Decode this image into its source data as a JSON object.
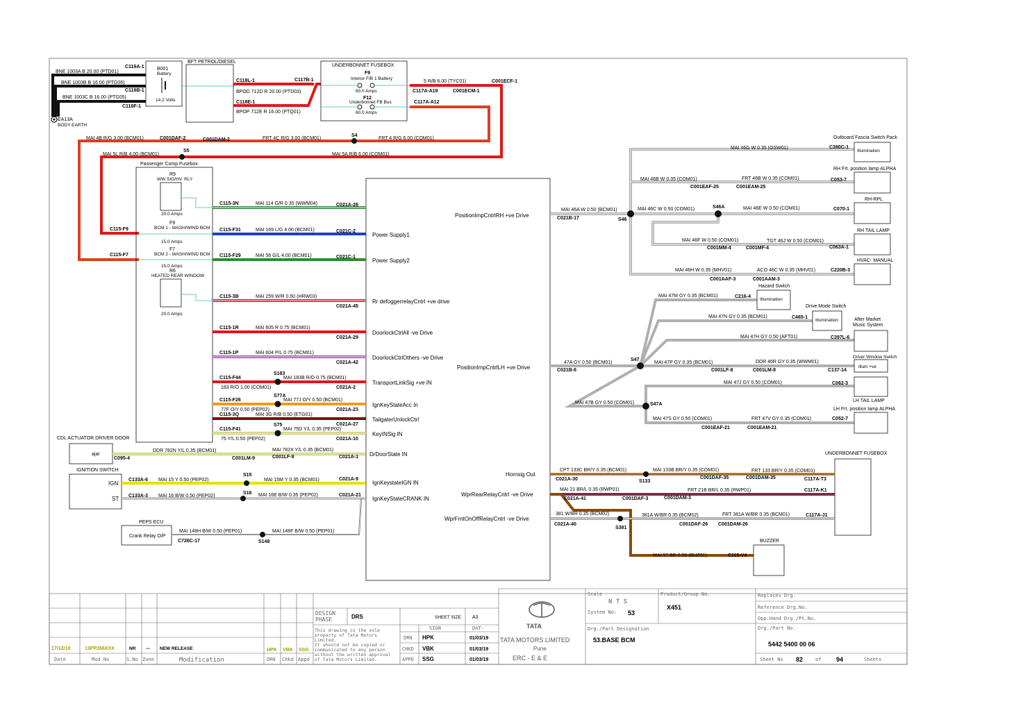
{
  "colors": {
    "black": "#111111",
    "red": "#e01818",
    "darkred": "#7a1010",
    "orangered": "#d94020",
    "green": "#2e8b2e",
    "blue": "#1a3fd0",
    "magenta": "#b040c0",
    "orange": "#f29a1a",
    "yellow": "#e8e000",
    "olive": "#c8c860",
    "grey": "#b0b0b0",
    "brown": "#8a4a0a",
    "teal": "#60c8c8",
    "maroon": "#7a3040",
    "greenish": "#8aa84a"
  },
  "battery": {
    "title": "B001",
    "sub": "Battery",
    "volts": "14.2 Volts",
    "c116a": "C116A-1",
    "c116b": "C116B-1",
    "c116f": "C116F-1",
    "w1": "BNE 1003A B 20.00 (PTD01)",
    "w2": "BNE 1003B B 16.00 (PTG06)",
    "w3": "BNE 1003C B 16.00 (PTG05)",
    "earth": "EA13A",
    "earth_sub": "BODY EARTH"
  },
  "bft": {
    "title": "BFT PETROL/DIESEL",
    "c118l": "C118L-1",
    "c118e": "C118E-1",
    "w1": "BPOD 712D R 20.00 (PTD03)",
    "w2": "BPOP 712E R 16.00 (PTQ01)"
  },
  "ubfuse": {
    "title": "UNDERBONNET FUSEBOX",
    "f9": "F9",
    "f9sub": "Interior F/B 1 Battery",
    "f9amp": "60.0 Amps",
    "f12": "F12",
    "f12sub": "Underbonnet FB Bus",
    "f12amp": "60.0 Amps",
    "c117b": "C117B-1",
    "c117a19": "C117A-A19",
    "c117a12": "C117A-A12",
    "w1": "5 R/B 6.00 (TYC01)",
    "c001ecm": "C001ECM-1",
    "c001ecf": "C001ECF-1"
  },
  "top_wires": {
    "w1": "MAI 4B R/G 3.00 (BCM01)",
    "c001daf2": "C001DAF-2",
    "c001dam2": "C001DAM-2",
    "w2": "FRT 4C R/G 3.00 (BCM01)",
    "s4": "S4",
    "w3": "FRT 4 R/G 6.00 (COM01)",
    "w4": "MAI 5L R/B 4.00 (BCM01)",
    "s5": "S5",
    "w5": "MAI 5A R/B 6.00 (COM01)"
  },
  "pcfuse": {
    "title": "Passenger Comp Fusebox",
    "r9": "R9",
    "r9sub": "WW SIG/HV. RLY",
    "r9amp": "20.0 Amps",
    "f9": "F9",
    "f9sub": "BCM 1 - WASH/WIND BCM",
    "f9amp": "15.0 Amps",
    "f7": "F7",
    "f7sub": "BCM 2 - WASH/WIND BCM",
    "f7amp": "15.0 Amps",
    "r6": "R6",
    "r6sub": "HEATED REAR WINDOW",
    "r6amp": "20.0 Amps",
    "c115f9": "C115-F9",
    "c115f7": "C115-F7"
  },
  "left_rows": [
    {
      "c1": "C115-3N",
      "w": "MAI 114 G/R 0.35 (WWM04)",
      "c2": "C021A-26",
      "pin": ""
    },
    {
      "c1": "C115-F31",
      "w": "MAI 169 L/G 4.00 (BCM01)",
      "c2": "C021C-2",
      "pin": "Power Supply1"
    },
    {
      "c1": "C115-F29",
      "w": "MAI 58 G/L 4.00 (BCM01)",
      "c2": "C021C-1",
      "pin": "Power Supply2"
    },
    {
      "c1": "C115-3B",
      "w": "MAI 259 W/R 0.50 (HRW03)",
      "c2": "C021A-45",
      "pin": "Rr defoggerrelayCntrl +ve drive"
    },
    {
      "c1": "C115-1R",
      "w": "MAI 605 R 0.75 (BCM01)",
      "c2": "C021A-29",
      "pin": "DoorlockCtrlAll -ve Drive"
    },
    {
      "c1": "C115-1P",
      "w": "MAI 604 P/L 0.75 (BCM01)",
      "c2": "C021A-42",
      "pin": "DoorlockCtrlOthers -ve Drive"
    },
    {
      "c1": "C115-F44",
      "w": "MAI 183B R/O 0.75 (BCM01)",
      "c2": "C021A-2",
      "pin": "TransportLinkSig +ve IN",
      "s": "S183",
      "w2": "183 R/O 1.00 (COM01)"
    },
    {
      "c1": "C115-F26",
      "w": "MAI 77J O/Y 0.50 (BCM01)",
      "c2": "C021A-23",
      "pin": "IgnKeyStateAcc In",
      "s": "S77A",
      "w2": "77F O/Y 0.50 (PEP02)"
    },
    {
      "c1": "C115-3Q",
      "w": "MAI 3G R/B 0.50 (ETG01)",
      "c2": "C021A-27",
      "pin": "TailgaterUnlockCtrl"
    },
    {
      "c1": "C115-F41",
      "w": "MAI 75D Y/L 0.35 (PEP02)",
      "c2": "C021A-10",
      "pin": "KeyINSig IN",
      "s": "S75",
      "w2": "75 Y/L 0.50 (PEP02)"
    }
  ],
  "cdl": {
    "title": "CDL ACTUATOR DRIVER DOOR",
    "ajar": "ajar",
    "c095": "C095-4",
    "w1": "DDR 782N Y/L 0.35 (BCM01)",
    "c001lm9": "C001LM-9",
    "c001lf9": "C001LF-9",
    "w2": "MAI 782X Y/L 0.35 (BCM01)",
    "c2": "C021A-1",
    "pin": "DrDoorState IN"
  },
  "ign": {
    "title": "IGNITION SWITCH",
    "ign": "IGN",
    "st": "ST",
    "c133a6": "C133A-6",
    "c133a3": "C133A-3",
    "w1": "MAI 15 Y 0.50 (PEP02)",
    "s15": "S15",
    "w1b": "MAI 15M Y 0.35 (BCM01)",
    "c1": "C021A-9",
    "pin1": "IgnKeystateIGN IN",
    "w2": "MAI 16 B/W 0.50 (PEP02)",
    "s16": "S16",
    "w2b": "MAI 16E B/W 0.35 (PEP02)",
    "c2": "C021A-21",
    "pin2": "IgnKeyStateCRANK IN"
  },
  "peps": {
    "title": "PEPS ECU",
    "box": "Crank Relay O/P",
    "c726": "C726C-17",
    "w1": "MAI 148H B/W 0.50 (PEP01)",
    "s148": "S148",
    "w2": "MAI 148F B/W 0.50 (PEP01)"
  },
  "right_pins": {
    "rh": "PositionImpCntrlRH +ve Drive",
    "lh": "PositionImpCntrlLH +ve Drive",
    "horn": "Hornsig Out",
    "wrear": "WprRearRelayCntrl -ve Drive",
    "wfront": "WprFrntOnOffRelayCntrl -ve Drive"
  },
  "rh_group": {
    "w_main": "MAI 46A W 0.50 (BCM01)",
    "c021b17": "C021B-17",
    "s46": "S46",
    "outboard": "Outboard Fascia Switch Pack",
    "illum": "Illumination",
    "w46g": "MAI 46G W 0.35 (OSW01)",
    "c380c": "C380C-1",
    "rhfrt": "RH Frt. position lamp ALPHA",
    "w46b": "MAI 46B W 0.35 (COM01)",
    "c001eaf25": "C001EAF-25",
    "c001eam25": "C001EAM-25",
    "w46b2": "FRT 46B W 0.35 (COM01)",
    "c053": "C053-7",
    "rhrpl": "RH-RPL",
    "w46c": "MAI 46C W 0.50 (COM01)",
    "s46a": "S46A",
    "w46e": "MAI 46E W 0.50 (COM01)",
    "c070": "C070-1",
    "rhtail": "RH TAIL LAMP",
    "w46f": "MAI 46F W 0.50 (COM01)",
    "c001mm4": "C001MM-4",
    "c001mf4": "C001MF-4",
    "w46j": "TGT 46J W 0.50 (COM01)",
    "c063": "C063A-1",
    "hvac": "HVAC- MANUAL",
    "w46h": "MAI 46H W 0.35 (MHV01)",
    "c001aaf3": "C001AAF-3",
    "c001aam3": "C001AAM-3",
    "w46c2": "ACO 46C W 0.35 (MHV01)",
    "c220b": "C220B-3"
  },
  "lh_group": {
    "hazard": "Hazard Switch",
    "illum": "Illumination",
    "w47m": "MAI 47M GY 0.35 (BCM01)",
    "c216": "C216-4",
    "drive": "Drive Mode Switch",
    "w47n": "MAI 47N GY 0.35 (BCM01)",
    "c465": "C465-1",
    "after": "After Market",
    "after2": "Music System",
    "w47h": "MAI 47H GY 0.50 (AFT01)",
    "c397": "C397L-6",
    "w47a": "47A GY 0.50 (BCM01)",
    "c021b6": "C021B-6",
    "s47": "S47",
    "dws": "Driver Window Switch",
    "illum_ve": "illum +ve",
    "w47p": "MAI 47P GY 0.35 (BCM01)",
    "c001lf8": "C001LF-8",
    "c001lm8": "C001LM-8",
    "w46r": "DDR 46R GY 0.35 (WWM01)",
    "c137": "C137-14",
    "w47j": "MAI 47J GY 0.50 (COM01)",
    "c062": "C062-3",
    "lhtail": "LH TAIL LAMP",
    "w47b": "MAI 47B GY 0.50 (COM01)",
    "s47a": "S47A",
    "lhfrt": "LH Frt. position lamp ALPHA",
    "w47s": "MAI 47S GY 0.50 (COM01)",
    "c001eaf21": "C001EAF-21",
    "c001eam21": "C001EAM-21",
    "w47v": "FRT 47V GY 0.35 (COM01)",
    "c052": "C052-7"
  },
  "horn_group": {
    "ubfuse": "UNDERBONNET FUSEBOX",
    "w133c": "CPT 133C BR/Y 0.35 (BCM01)",
    "c021a30": "C021A-30",
    "s133": "S133",
    "w133b": "MAI 133B BR/Y 0.35 (COM01)",
    "c001daf35": "C001DAF-35",
    "c001dam35": "C001DAM-35",
    "w133": "FRT 133 BR/Y 0.35 (COM01)",
    "c117t3": "C117A-T3",
    "w21": "MAI 21 BR/L 0.35 (RWP01)",
    "c021a41": "C021A-41",
    "c001daf3": "C001DAF-3",
    "c001dam3": "C001DAM-3",
    "w21b": "FRT 21B BR/L 0.35 (RWP01)",
    "c117k1": "C117A-K1",
    "w381": "381 W/BR 0.35 (BCM02)",
    "c021a40": "C021A-40",
    "s381": "S381",
    "w381a": "381A W/BR 0.35 (BCM02)",
    "c001daf26": "C001DAF-26",
    "c001dam26": "C001DAM-26",
    "w381a2": "FRT 381A W/BR 0.35 (BCM01)",
    "c117j1": "C117A-J1",
    "buzzer": "BUZZER",
    "w57": "MAI 57 BR 0.50 (BUZ01)",
    "c115v4": "C115-V4"
  },
  "titleblock": {
    "date1": "17/12/19",
    "mod1": "13PP266XXX",
    "sno1": "NR",
    "zone1": "---",
    "desc1": "NEW RELEASE",
    "drn1": "HPK",
    "chk1": "VBK",
    "app1": "SSG",
    "h_date": "Date",
    "h_mod": "Mod No",
    "h_sno": "S.No",
    "h_zone": "Zone",
    "h_modif": "Modification",
    "h_drn": "DRN",
    "h_chkd": "Chkd",
    "h_appd": "Appd",
    "design": "DESIGN",
    "phase": "PHASE",
    "drs": "DRS",
    "sheetsize": "SHEET SIZE",
    "a3": "A3",
    "sole1": "This drawing is the sole",
    "sole2": "property of Tata Motors",
    "sole3": "Limited.",
    "sole4": "It should not be copied or",
    "sole5": "communicated to any person",
    "sole6": "without the written approval",
    "sole7": "of Tata Motors Limited.",
    "sign": "SIGN",
    "dat": "DAT-",
    "drn": "DRN",
    "chkd": "CHKD",
    "appd": "APPD",
    "s_drn": "HPK",
    "s_chk": "VBK",
    "s_app": "SSG",
    "d_drn": "01/03/19",
    "d_chk": "01/03/19",
    "d_app": "01/03/19",
    "tata": "TATA",
    "tml": "TATA MOTORS LIMITED",
    "pune": "Pune",
    "erc": "ERC - E & E",
    "scale": "Scale",
    "nts": "N T S",
    "sysno": "System No:",
    "sysval": "53",
    "pgno": "Product/Group No.",
    "pgval": "X451",
    "drgpart": "Drg./Part Designation",
    "drgval": "53.BASE BCM",
    "replaces": "Replaces Drg.",
    "ref": "Reference Drg.No.",
    "opp": "Opp.Hand Drg./Pt.No.",
    "drgno": "Drg./Part No.",
    "drgnoval": "5442 5400 00 06",
    "sheetno": "Sheet No",
    "sheetval": "82",
    "of": "of",
    "ofval": "94",
    "sheets": "Sheets"
  }
}
